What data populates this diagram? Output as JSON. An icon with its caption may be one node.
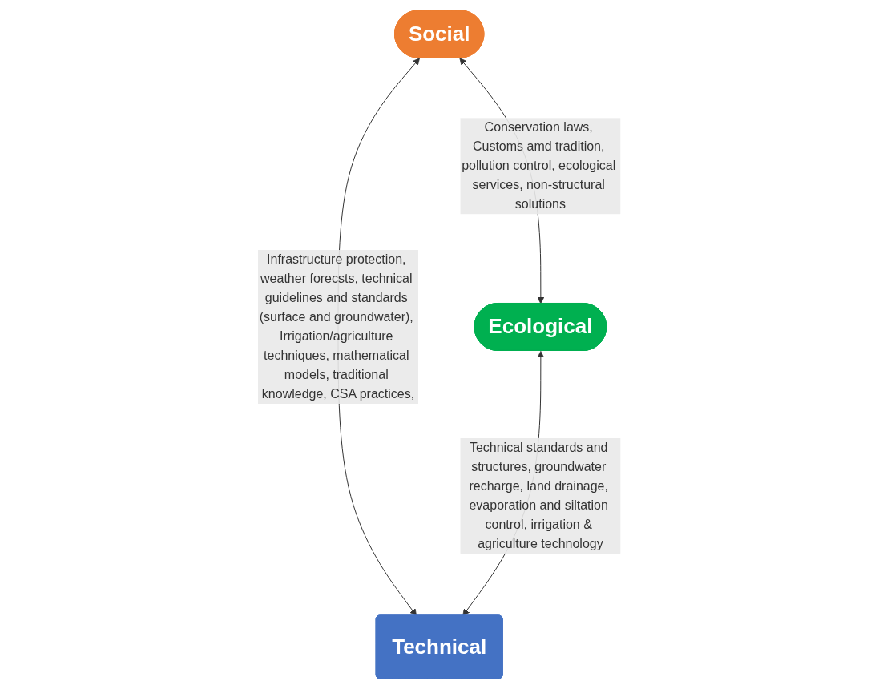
{
  "diagram": {
    "nodes": [
      {
        "text": [
          "Social"
        ]
      },
      {
        "text": [
          "Ecological"
        ]
      },
      {
        "text": [
          "Technical"
        ]
      }
    ],
    "edges": [
      {
        "from": 0,
        "to": 1,
        "arrow": "both",
        "label": "Conservation laws, Customs amd tradition, pollution control, ecological services, non-structural solutions"
      },
      {
        "from": 0,
        "to": 2,
        "arrow": "both",
        "label": "Infrastructure protection, weather forecsts, technical guidelines and standards (surface and groundwater), Irrigation/agriculture techniques, mathematical models, traditional knowledge, CSA practices,"
      },
      {
        "from": 1,
        "to": 2,
        "arrow": "both",
        "label": "Technical standards and structures, groundwater recharge, land drainage, evaporation and siltation control, irrigation & agriculture technology"
      }
    ]
  }
}
